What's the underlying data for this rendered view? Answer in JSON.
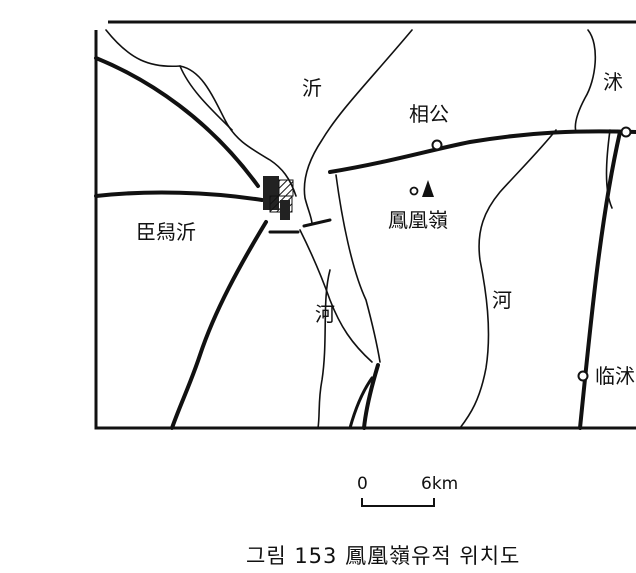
{
  "map": {
    "labels": {
      "river_yi": "沂",
      "xiang_gong": "相公",
      "river_shu": "沭",
      "linyi_city": "臣舄沂",
      "fenghuangling": "鳳凰嶺",
      "river_he_left": "河",
      "river_he_right": "河",
      "linshu_city": "临沭"
    },
    "scale": {
      "zero": "0",
      "distance": "6km"
    },
    "caption": "그림 153 鳳凰嶺유적 위치도"
  }
}
